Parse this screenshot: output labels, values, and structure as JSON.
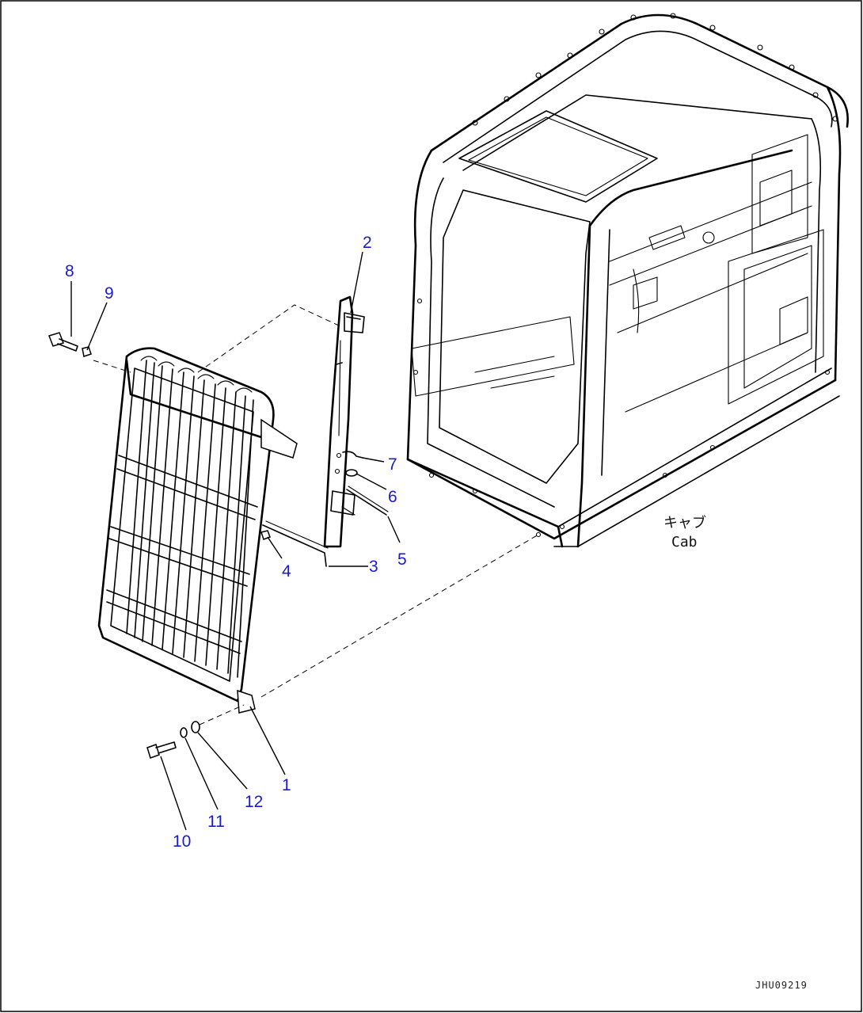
{
  "callouts": {
    "c1": "1",
    "c2": "2",
    "c3": "3",
    "c4": "4",
    "c5": "5",
    "c6": "6",
    "c7": "7",
    "c8": "8",
    "c9": "9",
    "c10": "10",
    "c11": "11",
    "c12": "12"
  },
  "cab_label_jp": "キャブ",
  "cab_label_en": "Cab",
  "figure_id": "JHU09219",
  "colors": {
    "callout": "#1a1ad0",
    "line": "#000000",
    "background": "#ffffff"
  }
}
